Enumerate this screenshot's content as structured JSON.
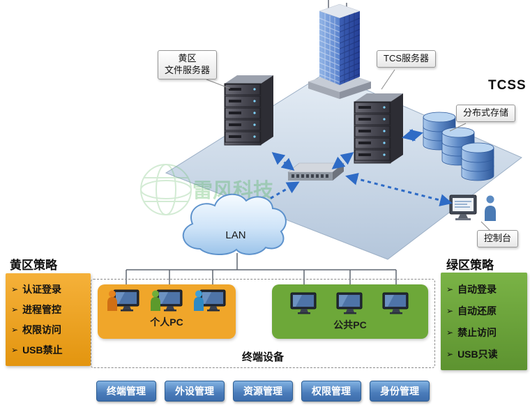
{
  "title": "TCSS",
  "watermark": "雷风科技",
  "lan": "LAN",
  "bullet": "➢",
  "callouts": {
    "file_server_line1": "黄区",
    "file_server_line2": "文件服务器",
    "tcs_server": "TCS服务器",
    "storage": "分布式存储",
    "console": "控制台"
  },
  "left_policy": {
    "title": "黄区策略",
    "items": [
      "认证登录",
      "进程管控",
      "权限访问",
      "USB禁止"
    ]
  },
  "right_policy": {
    "title": "绿区策略",
    "items": [
      "自动登录",
      "自动还原",
      "禁止访问",
      "USB只读"
    ]
  },
  "terminal_box": {
    "label": "终端设备",
    "personal_pc_label": "个人PC",
    "public_pc_label": "公共PC"
  },
  "buttons": [
    "终端管理",
    "外设管理",
    "资源管理",
    "权限管理",
    "身份管理"
  ],
  "colors": {
    "yellow_zone": "#F0A62A",
    "green_zone": "#6DA839",
    "button_blue": "#4A7CBA",
    "arrow_blue": "#2E6BC6",
    "watermark_green": "#4FB35A"
  }
}
